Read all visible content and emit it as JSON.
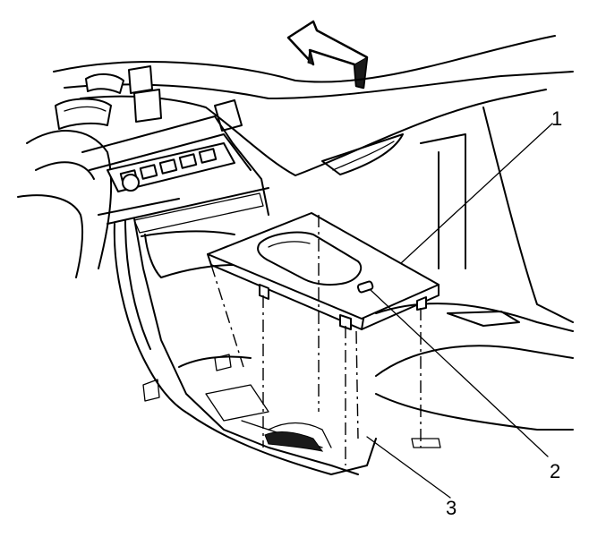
{
  "diagram": {
    "callouts": [
      {
        "id": "1",
        "label": "1"
      },
      {
        "id": "2",
        "label": "2"
      },
      {
        "id": "3",
        "label": "3"
      }
    ],
    "icons": {
      "direction": "forward-arrow-icon"
    }
  }
}
